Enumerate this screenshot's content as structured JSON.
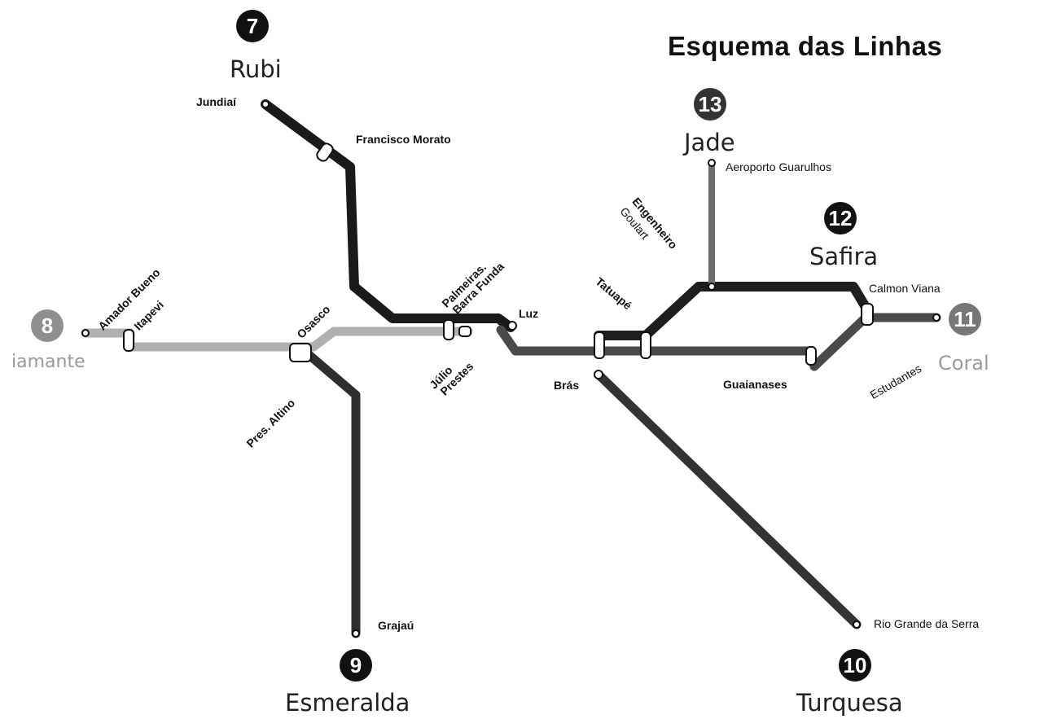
{
  "title": "Esquema das Linhas",
  "lines": [
    {
      "number": "7",
      "name": "Rubi",
      "color": "#1a1a1a"
    },
    {
      "number": "8",
      "name": "iamante",
      "color": "#a8a8a8"
    },
    {
      "number": "9",
      "name": "Esmeralda",
      "color": "#2b2b2b"
    },
    {
      "number": "10",
      "name": "Turquesa",
      "color": "#333333"
    },
    {
      "number": "11",
      "name": "Coral",
      "color": "#6a6a6a"
    },
    {
      "number": "12",
      "name": "Safira",
      "color": "#1e1e1e"
    },
    {
      "number": "13",
      "name": "Jade",
      "color": "#7a7a7a"
    }
  ],
  "stations": {
    "jundiai": "Jundiaí",
    "francisco_morato": "Francisco Morato",
    "amador_bueno": "Amador Bueno",
    "itapevi": "Itapevi",
    "osasco": "Osasco",
    "pres_altino": "Pres. Altino",
    "palmeiras_1": "Palmeiras.",
    "palmeiras_2": "Barra Funda",
    "julio_1": "Júlio",
    "julio_2": "Prestes",
    "luz": "Luz",
    "bras": "Brás",
    "tatuape": "Tatuapé",
    "engenheiro_1": "Engenheiro",
    "engenheiro_2": "Goulart",
    "aeroporto": "Aeroporto Guarulhos",
    "calmon_viana": "Calmon Viana",
    "guaianases": "Guaianases",
    "estudantes": "Estudantes",
    "grajau": "Grajaú",
    "rio_grande": "Rio Grande da Serra"
  }
}
